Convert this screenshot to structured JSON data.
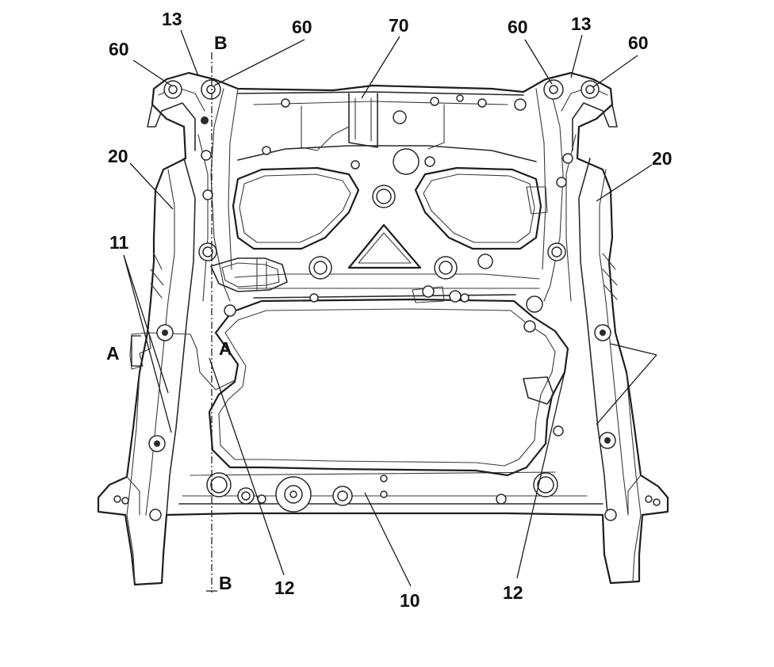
{
  "figure": {
    "labels": {
      "label_10": "10",
      "label_11": "11",
      "label_12_left": "12",
      "label_12_right": "12",
      "label_13_left": "13",
      "label_13_right": "13",
      "label_20_left": "20",
      "label_20_right": "20",
      "label_60_far_left": "60",
      "label_60_left": "60",
      "label_60_right": "60",
      "label_60_far_right": "60",
      "label_70": "70",
      "section_a_left": "A",
      "section_a_right": "A",
      "section_b_top": "B",
      "section_b_bottom": "B"
    }
  }
}
